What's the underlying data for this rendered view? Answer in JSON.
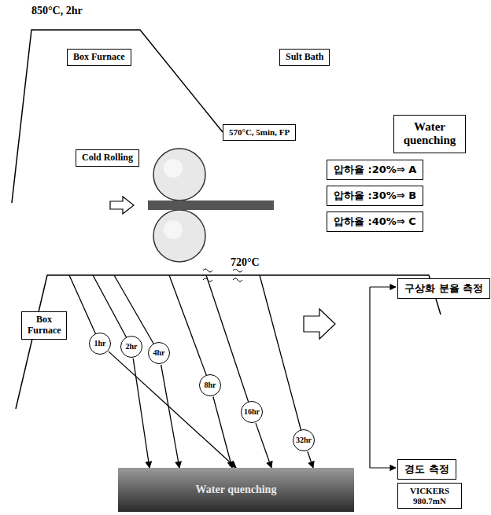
{
  "diagram": {
    "nodes": [
      {
        "text": [
          "Box Furnace"
        ]
      },
      {
        "text": [
          "Sult Bath"
        ]
      },
      {
        "text": [
          "570°C, 5min, FP"
        ]
      },
      {
        "text": [
          "Water quenching"
        ]
      },
      {
        "text": [
          "Cold Rolling"
        ]
      },
      {
        "text": [
          "압하율 :20%⇒ A"
        ]
      },
      {
        "text": [
          "압하율 :30%⇒ B"
        ]
      },
      {
        "text": [
          "압하율 :40%⇒ C"
        ]
      },
      {
        "text": [
          "Box Furnace"
        ]
      },
      {
        "text": [
          "1hr"
        ]
      },
      {
        "text": [
          "2hr"
        ]
      },
      {
        "text": [
          "4hr"
        ]
      },
      {
        "text": [
          "8hr"
        ]
      },
      {
        "text": [
          "16hr"
        ]
      },
      {
        "text": [
          "32hr"
        ]
      },
      {
        "text": [
          "Water quenching"
        ]
      },
      {
        "text": [
          "구상화 분율 측정"
        ]
      },
      {
        "text": [
          "경도 측정"
        ]
      },
      {
        "text": [
          "VICKERS 980.7mN"
        ]
      }
    ],
    "edges": [
      {
        "from": 9,
        "to": 15,
        "arrow": "to"
      },
      {
        "from": 10,
        "to": 15,
        "arrow": "to"
      },
      {
        "from": 11,
        "to": 15,
        "arrow": "to"
      },
      {
        "from": 12,
        "to": 15,
        "arrow": "to"
      },
      {
        "from": 13,
        "to": 15,
        "arrow": "to"
      },
      {
        "from": 14,
        "to": 15,
        "arrow": "to"
      }
    ],
    "labels": [
      "850°C, 2hr",
      "720°C"
    ]
  }
}
